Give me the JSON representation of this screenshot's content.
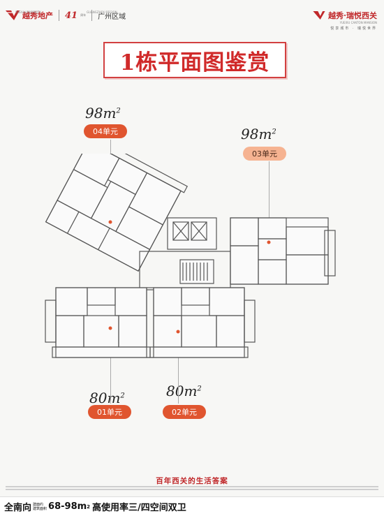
{
  "header": {
    "developer_logo": "越秀地产",
    "developer_sub": "YUEXIU PROPERTY",
    "anniversary": "41",
    "anniversary_sub": "周年",
    "region": "广州区域",
    "region_sub": "GUANGZHOU REGION",
    "project_logo": "越秀·瑞悦西关",
    "project_sub": "YUEXIU CANTON MANSION",
    "project_tag": "悦享城市 · 瑞悦世界"
  },
  "title": "1栋平面图鉴赏",
  "units": [
    {
      "id": "04",
      "area": "98m",
      "label": "04单元"
    },
    {
      "id": "03",
      "area": "98m",
      "label": "03单元"
    },
    {
      "id": "01",
      "area": "80m",
      "label": "01单元"
    },
    {
      "id": "02",
      "area": "80m",
      "label": "02单元"
    }
  ],
  "area_unit_sup": "2",
  "slogan": "百年西关的生活答案",
  "bottom": {
    "prefix": "全南向",
    "small_top": "建面约",
    "small_bottom": "建筑面积",
    "range": "68-98m",
    "sup": "2",
    "rest": "高使用率三/四空间双卫"
  },
  "colors": {
    "brand_red": "#d02a2a",
    "pill_orange": "#e0552f",
    "pill_soft": "#f6b391"
  }
}
